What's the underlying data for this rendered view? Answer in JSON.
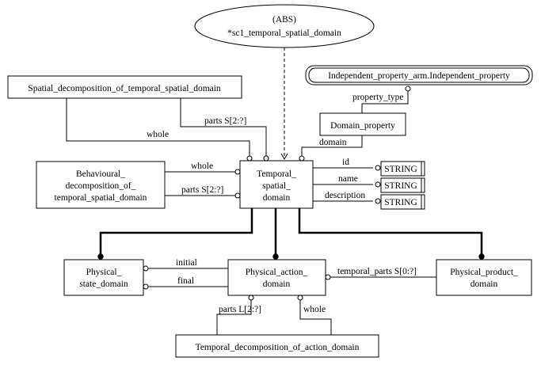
{
  "entities": {
    "abs_super": {
      "line1": "(ABS)",
      "line2": "*sc1_temporal_spatial_domain"
    },
    "independent_property": "Independent_property_arm.Independent_property",
    "spatial_decomposition": "Spatial_decomposition_of_temporal_spatial_domain",
    "domain_property": "Domain_property",
    "behavioural": {
      "line1": "Behavioural_",
      "line2": "decomposition_of_",
      "line3": "temporal_spatial_domain"
    },
    "temporal_spatial": {
      "line1": "Temporal_",
      "line2": "spatial_",
      "line3": "domain"
    },
    "string_types": [
      "STRING",
      "STRING",
      "STRING"
    ],
    "physical_state": {
      "line1": "Physical_",
      "line2": "state_domain"
    },
    "physical_action": {
      "line1": "Physical_action_",
      "line2": "domain"
    },
    "physical_product": {
      "line1": "Physical_product_",
      "line2": "domain"
    },
    "temporal_decomposition": "Temporal_decomposition_of_action_domain"
  },
  "relations": {
    "property_type": "property_type",
    "domain": "domain",
    "whole_spatial": "whole",
    "parts_spatial": "parts S[2:?]",
    "whole_behavioural": "whole",
    "parts_behavioural": "parts S[2:?]",
    "attr_id": "id",
    "attr_name": "name",
    "attr_description": "description",
    "initial": "initial",
    "final": "final",
    "temporal_parts": "temporal_parts S[0:?]",
    "parts_action": "parts L[2:?]",
    "whole_action": "whole"
  }
}
